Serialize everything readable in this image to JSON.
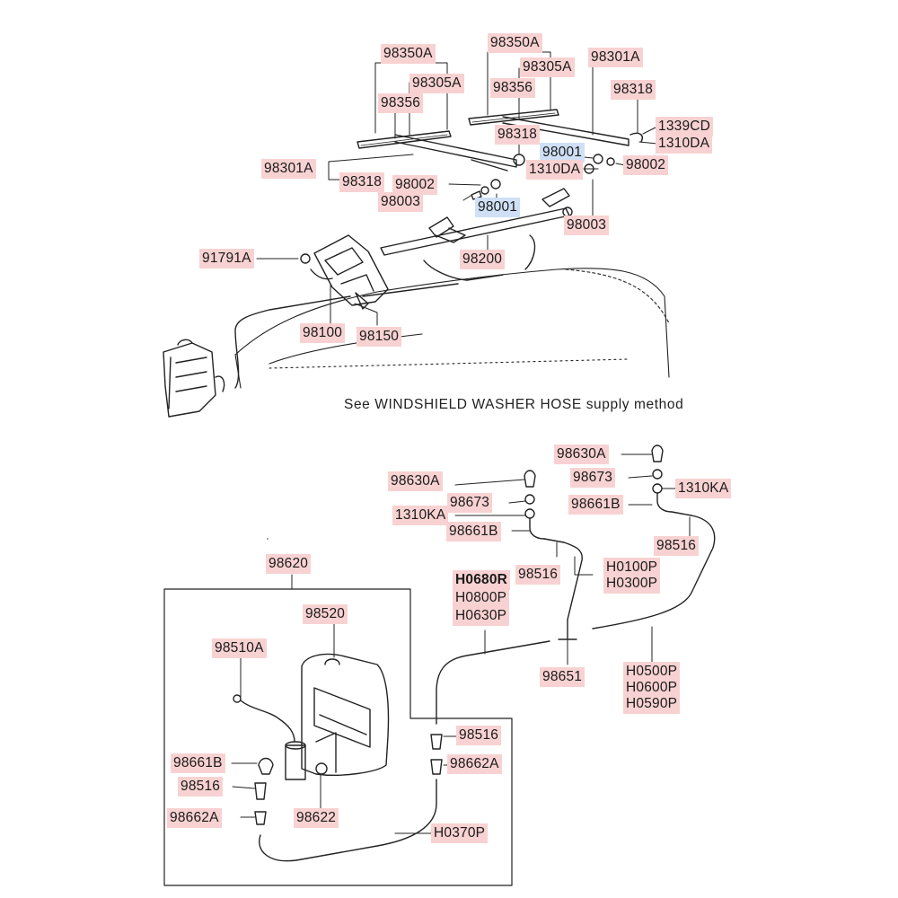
{
  "note": "See WINDSHIELD WASHER HOSE supply method",
  "labels": [
    {
      "id": "98350A",
      "text": "98350A"
    },
    {
      "id": "98305A",
      "text": "98305A"
    },
    {
      "id": "98356",
      "text": "98356"
    },
    {
      "id": "98350A",
      "text": "98350A"
    },
    {
      "id": "98305A",
      "text": "98305A"
    },
    {
      "id": "98356",
      "text": "98356"
    },
    {
      "id": "98301A",
      "text": "98301A"
    },
    {
      "id": "98318",
      "text": "98318"
    },
    {
      "id": "1339CD",
      "text": "1339CD"
    },
    {
      "id": "1310DA",
      "text": "1310DA"
    },
    {
      "id": "98318",
      "text": "98318"
    },
    {
      "id": "98001",
      "text": "98001",
      "highlight": true
    },
    {
      "id": "1310DA",
      "text": "1310DA"
    },
    {
      "id": "98002",
      "text": "98002"
    },
    {
      "id": "98301A",
      "text": "98301A"
    },
    {
      "id": "98318",
      "text": "98318"
    },
    {
      "id": "98002",
      "text": "98002"
    },
    {
      "id": "98003",
      "text": "98003"
    },
    {
      "id": "98001",
      "text": "98001",
      "highlight": true
    },
    {
      "id": "98003",
      "text": "98003"
    },
    {
      "id": "98200",
      "text": "98200"
    },
    {
      "id": "91791A",
      "text": "91791A"
    },
    {
      "id": "98100",
      "text": "98100"
    },
    {
      "id": "98150",
      "text": "98150"
    },
    {
      "id": "98630A",
      "text": "98630A"
    },
    {
      "id": "98673",
      "text": "98673"
    },
    {
      "id": "1310KA",
      "text": "1310KA"
    },
    {
      "id": "98661B",
      "text": "98661B"
    },
    {
      "id": "98516",
      "text": "98516"
    },
    {
      "id": "98630A",
      "text": "98630A"
    },
    {
      "id": "98673",
      "text": "98673"
    },
    {
      "id": "1310KA",
      "text": "1310KA"
    },
    {
      "id": "98661B",
      "text": "98661B"
    },
    {
      "id": "98516",
      "text": "98516"
    },
    {
      "id": "H0100P",
      "text": "H0100P"
    },
    {
      "id": "H0300P",
      "text": "H0300P"
    },
    {
      "id": "H0680R",
      "text": "H0680R",
      "bold": true
    },
    {
      "id": "H0800P",
      "text": "H0800P"
    },
    {
      "id": "H0630P",
      "text": "H0630P"
    },
    {
      "id": "98620",
      "text": "98620"
    },
    {
      "id": "98520",
      "text": "98520"
    },
    {
      "id": "98510A",
      "text": "98510A"
    },
    {
      "id": "98651",
      "text": "98651"
    },
    {
      "id": "H0500P",
      "text": "H0500P"
    },
    {
      "id": "H0600P",
      "text": "H0600P"
    },
    {
      "id": "H0590P",
      "text": "H0590P"
    },
    {
      "id": "98516",
      "text": "98516"
    },
    {
      "id": "98662A",
      "text": "98662A"
    },
    {
      "id": "98661B",
      "text": "98661B"
    },
    {
      "id": "98516",
      "text": "98516"
    },
    {
      "id": "98662A",
      "text": "98662A"
    },
    {
      "id": "98622",
      "text": "98622"
    },
    {
      "id": "H0370P",
      "text": "H0370P"
    }
  ]
}
